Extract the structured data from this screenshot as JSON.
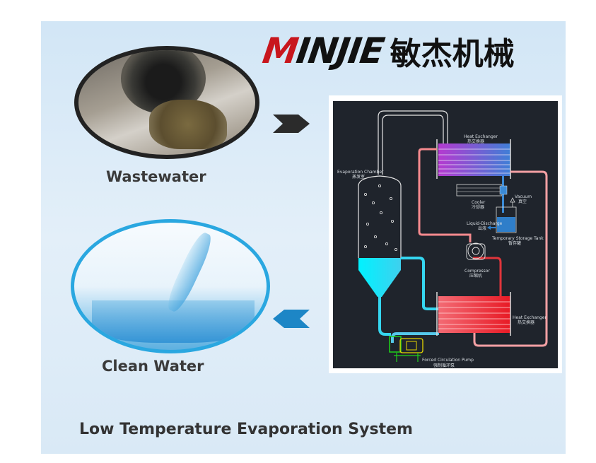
{
  "logo": {
    "brand_latin": "MINJIE",
    "brand_cn": "敏杰机械",
    "accent": "#c8161d"
  },
  "left": {
    "wastewater_label": "Wastewater",
    "clean_water_label": "Clean Water"
  },
  "title": "Low Temperature Evaporation System",
  "diagram": {
    "heat_exchanger_top": {
      "en": "Heat Exchanger",
      "cn": "热交换器"
    },
    "evaporation_chamber": {
      "en": "Evaporation Chamber",
      "cn": "蒸发室"
    },
    "cooler": {
      "en": "Cooler",
      "cn": "冷却器"
    },
    "vacuum": {
      "en": "Vacuum",
      "cn": "真空"
    },
    "liquid_discharge": {
      "en": "Liquid-Discharge",
      "cn": "出液"
    },
    "storage_tank": {
      "en": "Temporary Storage Tank",
      "cn": "暂存罐"
    },
    "compressor": {
      "en": "Compressor",
      "cn": "压缩机"
    },
    "heat_exchanger_bottom": {
      "en": "Heat Exchanger",
      "cn": "热交换器"
    },
    "pump": {
      "en": "Forced Circulation Pump",
      "cn": "强制循环泵"
    }
  },
  "colors": {
    "background": "#dbeaf7",
    "diagram_bg": "#1f242c",
    "hot": "#f0393f",
    "warm": "#f58a8e",
    "cold": "#35d6f0",
    "pump": "#1fd11a"
  }
}
